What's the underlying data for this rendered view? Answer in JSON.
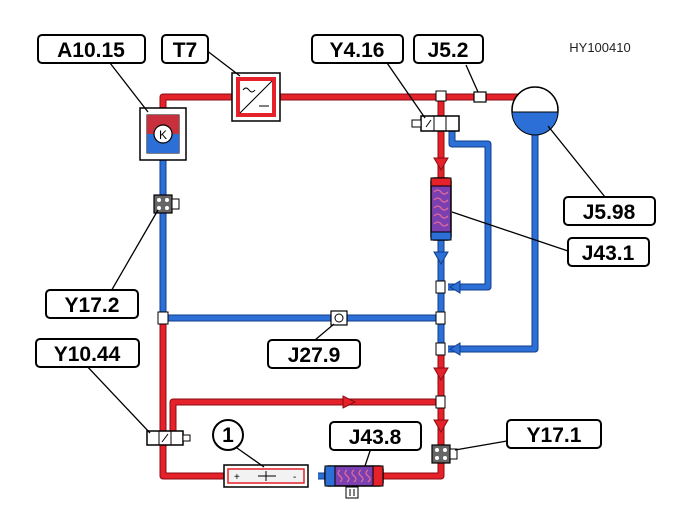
{
  "figure_ref": "HY100410",
  "labels": {
    "a10_15": "A10.15",
    "t7": "T7",
    "y4_16": "Y4.16",
    "j5_2": "J5.2",
    "j5_98": "J5.98",
    "j43_1": "J43.1",
    "y17_2": "Y17.2",
    "j27_9": "J27.9",
    "y10_44": "Y10.44",
    "item_1": "1",
    "j43_8": "J43.8",
    "y17_1": "Y17.1"
  },
  "symbols": {
    "heater_k": "K"
  },
  "colors": {
    "hot_line": "#e5212a",
    "cold_line": "#2c6fd6",
    "reservoir_fluid": "#2c6fd6"
  }
}
